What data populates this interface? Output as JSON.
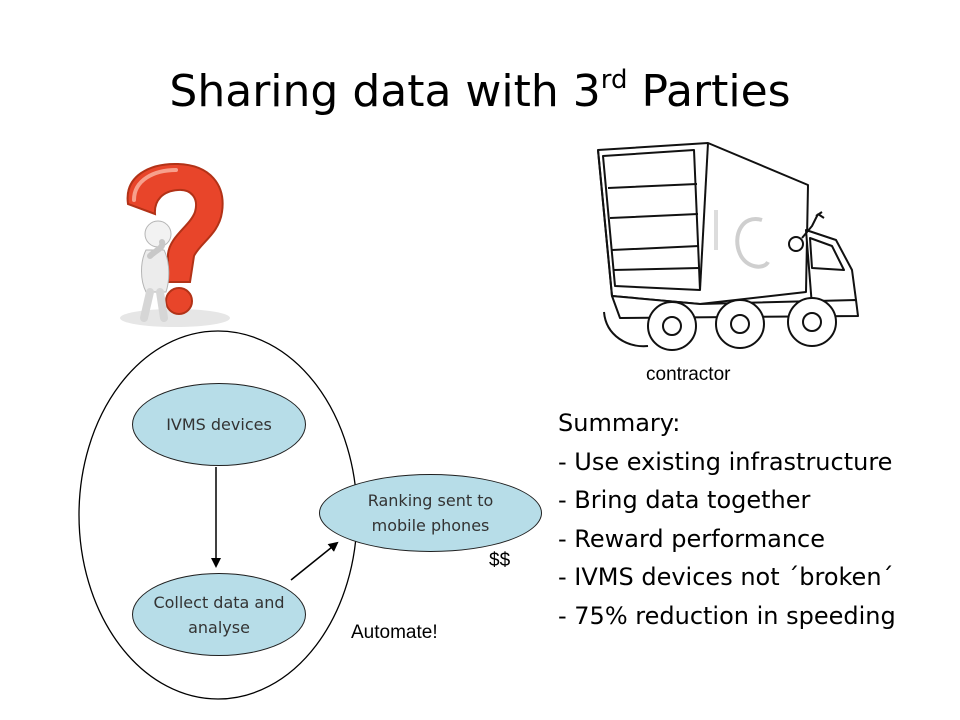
{
  "title": {
    "main": "Sharing data with 3",
    "sup": "rd",
    "tail": " Parties"
  },
  "diagram": {
    "nodes": {
      "ivms": "IVMS devices",
      "collect": [
        "Collect data and",
        "analyse"
      ],
      "ranking": [
        "Ranking sent to",
        "mobile phones"
      ]
    },
    "money": "$$",
    "automate": "Automate!"
  },
  "truck": {
    "caption": "contractor"
  },
  "summary": {
    "heading": "Summary:",
    "items": [
      "- Use existing infrastructure",
      "- Bring data together",
      "- Reward performance",
      "- IVMS devices not ´broken´",
      "- 75% reduction in speeding"
    ]
  },
  "colors": {
    "node_fill": "#b7dde8",
    "question_mark": "#e8452a"
  }
}
